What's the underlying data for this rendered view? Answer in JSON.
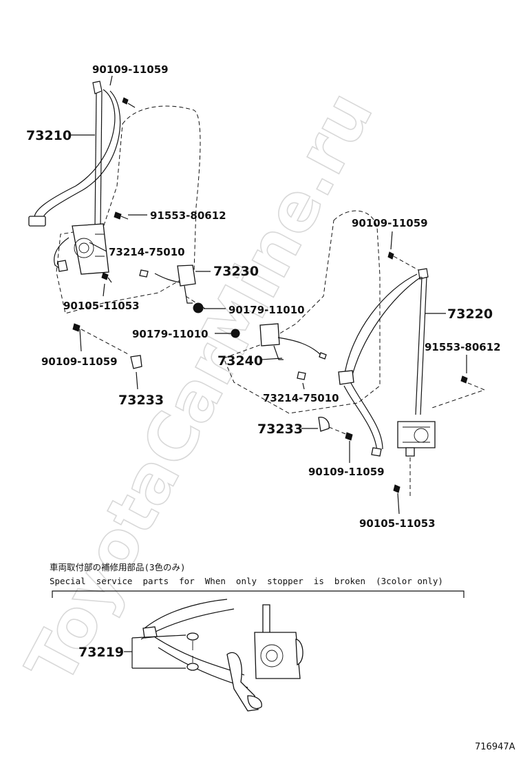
{
  "watermark": "ToyotaCarMine.ru",
  "callouts": {
    "c1": "90109-11059",
    "c2": "73210",
    "c3": "91553-80612",
    "c4": "73214-75010",
    "c5": "73230",
    "c6": "90105-11053",
    "c7": "90179-11010",
    "c8": "90109-11059",
    "c9": "73233",
    "c10": "90109-11059",
    "c11": "73220",
    "c12": "91553-80612",
    "c13": "90179-11010",
    "c14": "73240",
    "c15": "73214-75010",
    "c16": "73233",
    "c17": "90109-11059",
    "c18": "90105-11053",
    "c19": "73219"
  },
  "note": {
    "jp": "車両取付部の補修用部品(3色のみ)",
    "en": "Special  service  parts  for  When  only  stopper  is  broken  (3color only)"
  },
  "figure_ref": "716947A"
}
